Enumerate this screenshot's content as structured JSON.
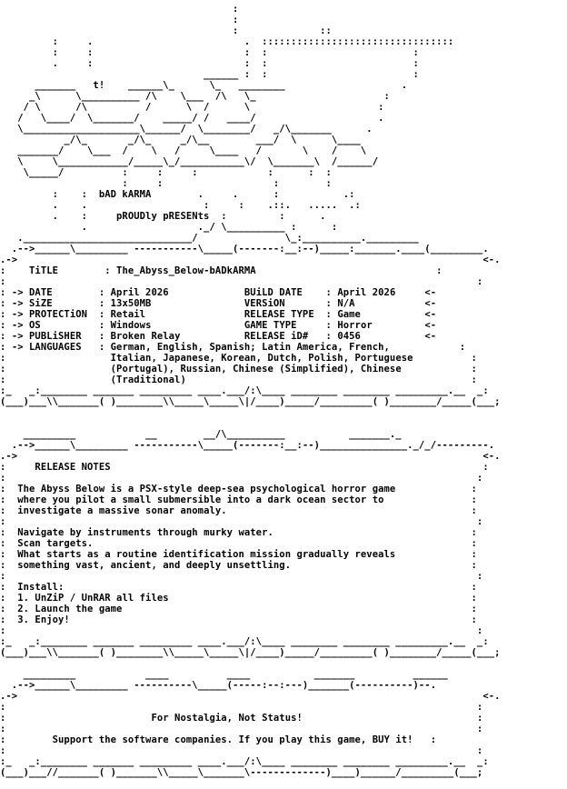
{
  "logo_art": [
    "                                        :",
    "                                        :",
    "                                        :              ::",
    "         :     .                          .  :::::::::::::::::::::::::::::::::",
    "         :     :                          :  :                         :",
    "         .     :                          :  :                         :",
    "                                   ______ :  :                         :",
    "      _______   t!    ______\\_      \\_   ________                    .",
    "     _\\      \\__________ /\\    \\___  /\\   \\_                      :",
    "    / \\      /\\          /      \\  /      \\                      :",
    "   /   \\____/  \\_______/    _____/ /   ____/                     .",
    "   \\____________________\\______/  \\________/   _/\\_______      .",
    "           _/\\_       _/\\_     _/\\__        ___/  \\      \\____",
    "   _______/    \\___  /    \\   /     \\____   /       \\    /    \\",
    "   \\     \\____________/_____\\_/___________\\/  \\_______\\  /______/",
    "    \\_____/          :     :     :            :      :  :",
    "                     :     :                   :        :",
    "         :    :  bAD kARMA        .     .      :           .:",
    "         .    .                    :     :    .::.   .....  .:",
    "         .    :     pROUDly pRESENts  :         :      .",
    "              .                   ._/ \\__________ :      :",
    "   ._____________________________/               \\_:__________._________"
  ],
  "info": {
    "top_border": "  .-->______\\______ -----------\\_____/------:__:-->______:______.____(_________.",
    "title_label": "TiTLE",
    "title_value": "The_Abyss_Below-bADkARMA",
    "rows_left": [
      {
        "label": "-> DATE",
        "value": "April 2026"
      },
      {
        "label": "-> SiZE",
        "value": "13x50MB"
      },
      {
        "label": "-> PROTECTiON",
        "value": "Retail"
      },
      {
        "label": "-> OS",
        "value": "Windows"
      },
      {
        "label": "-> PUBLiSHER",
        "value": "Broken Relay"
      },
      {
        "label": "-> LANGUAGES",
        "value": "German, English, Spanish; Latin America, French,"
      }
    ],
    "rows_right": [
      {
        "label": "BUiLD DATE",
        "value": "April 2026"
      },
      {
        "label": "VERSiON",
        "value": "N/A"
      },
      {
        "label": "RELEASE TYPE",
        "value": "Game"
      },
      {
        "label": "GAME TYPE",
        "value": "Horror"
      },
      {
        "label": "RELEASE iD#",
        "value": "0456"
      }
    ],
    "languages_cont": [
      "Italian, Japanese, Korean, Dutch, Polish, Portuguese",
      "(Portugal), Russian, Chinese (Simplified), Chinese",
      "(Traditional)"
    ],
    "bottom_border": "  :_   _:_______ ______ _________ ____:/:\\____ ______ ________ _________ ___:"
  },
  "notes": {
    "heading": "RELEASE NOTES",
    "paragraphs": [
      [
        "The Abyss Below is a PSX-style deep-sea psychological horror game",
        "where you pilot a small submersible into a dark ocean sector to",
        "investigate a massive sonar anomaly."
      ],
      [
        "Navigate by instruments through murky water.",
        "Scan targets.",
        "What starts as a routine identification mission gradually reveals",
        "something vast, ancient, and deeply unsettling."
      ],
      [
        "Install:",
        "1. UnZiP / UnRAR all files",
        "2. Launch the game",
        "3. Enjoy!"
      ]
    ]
  },
  "footer": {
    "line1": "For Nostalgia, Not Status!",
    "line2": "Support the software companies. If you play this game, BUY it!"
  }
}
